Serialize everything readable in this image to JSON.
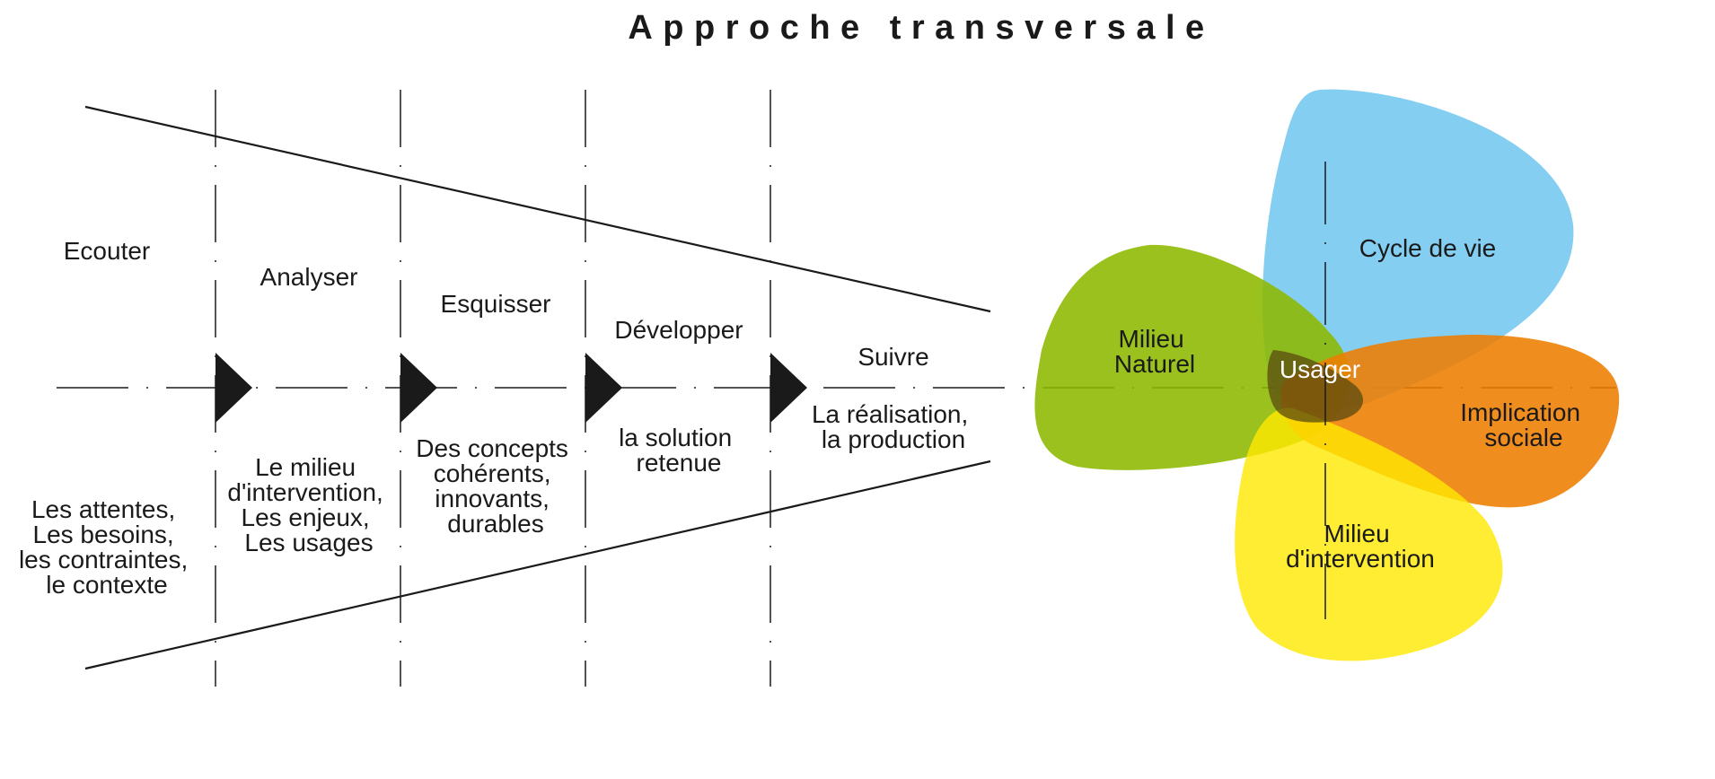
{
  "title": "Approche transversale",
  "phases": [
    {
      "name": "Ecouter",
      "description": [
        "Les attentes,",
        "Les besoins,",
        "les contraintes,",
        "le contexte"
      ]
    },
    {
      "name": "Analyser",
      "description": [
        "Le milieu",
        "d'intervention,",
        "Les enjeux,",
        "Les usages"
      ]
    },
    {
      "name": "Esquisser",
      "description": [
        "Des concepts",
        "cohérents,",
        "innovants,",
        "durables"
      ]
    },
    {
      "name": "Développer",
      "description": [
        "la solution",
        "retenue"
      ]
    },
    {
      "name": "Suivre",
      "description": [
        "La réalisation,",
        "la production"
      ]
    }
  ],
  "petals": [
    {
      "name": "cycle-de-vie",
      "label": [
        "Cycle de vie"
      ],
      "color": "#6EC6EE"
    },
    {
      "name": "milieu-naturel",
      "label": [
        "Milieu",
        "Naturel"
      ],
      "color": "#8DB800"
    },
    {
      "name": "implication-sociale",
      "label": [
        "Implication",
        "sociale"
      ],
      "color": "#EE7D00"
    },
    {
      "name": "milieu-intervention",
      "label": [
        "Milieu",
        "d'intervention"
      ],
      "color": "#FFE800"
    }
  ],
  "center": {
    "label": "Usager",
    "color": "#5A4A10"
  },
  "colors": {
    "line": "#1a1a1a",
    "background": "#ffffff"
  }
}
